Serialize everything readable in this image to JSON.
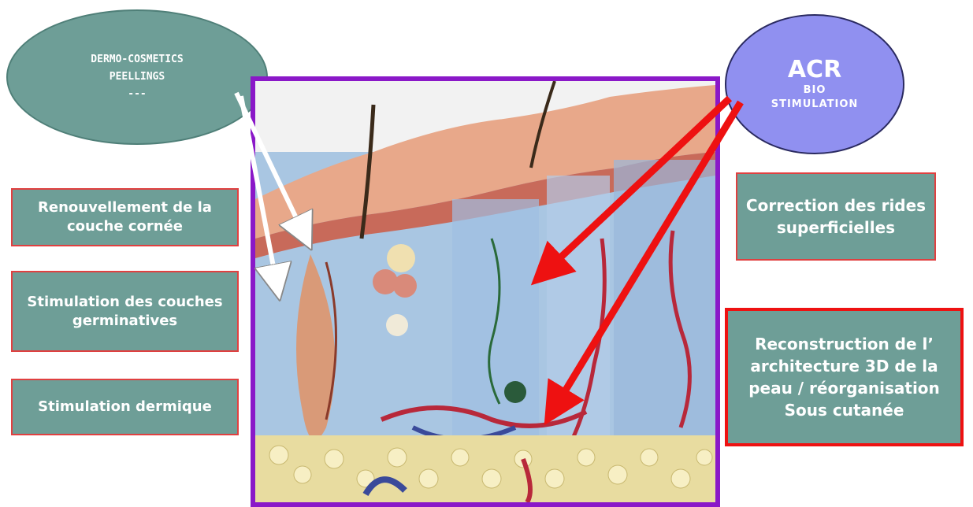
{
  "left_ellipse": {
    "line1": "DERMO-COSMETICS",
    "line2": "PEELLINGS",
    "line3": "---"
  },
  "right_ellipse": {
    "line1": "ACR",
    "line2": "BIO",
    "line3": "STIMULATION"
  },
  "left_boxes": [
    {
      "text": "Renouvellement de la couche cornée"
    },
    {
      "text": "Stimulation des couches germinatives"
    },
    {
      "text": "Stimulation dermique"
    }
  ],
  "right_boxes": [
    {
      "text": "Correction des rides superficielles"
    },
    {
      "text": "Reconstruction de l’ architecture 3D de la peau / réorganisation Sous cutanée"
    }
  ],
  "colors": {
    "box_fill": "#6e9e97",
    "box_border": "#e04040",
    "right_ellipse_fill": "#9090f0",
    "frame_border": "#8a18c8",
    "arrow_white": "#ffffff",
    "arrow_red": "#ee1111"
  }
}
